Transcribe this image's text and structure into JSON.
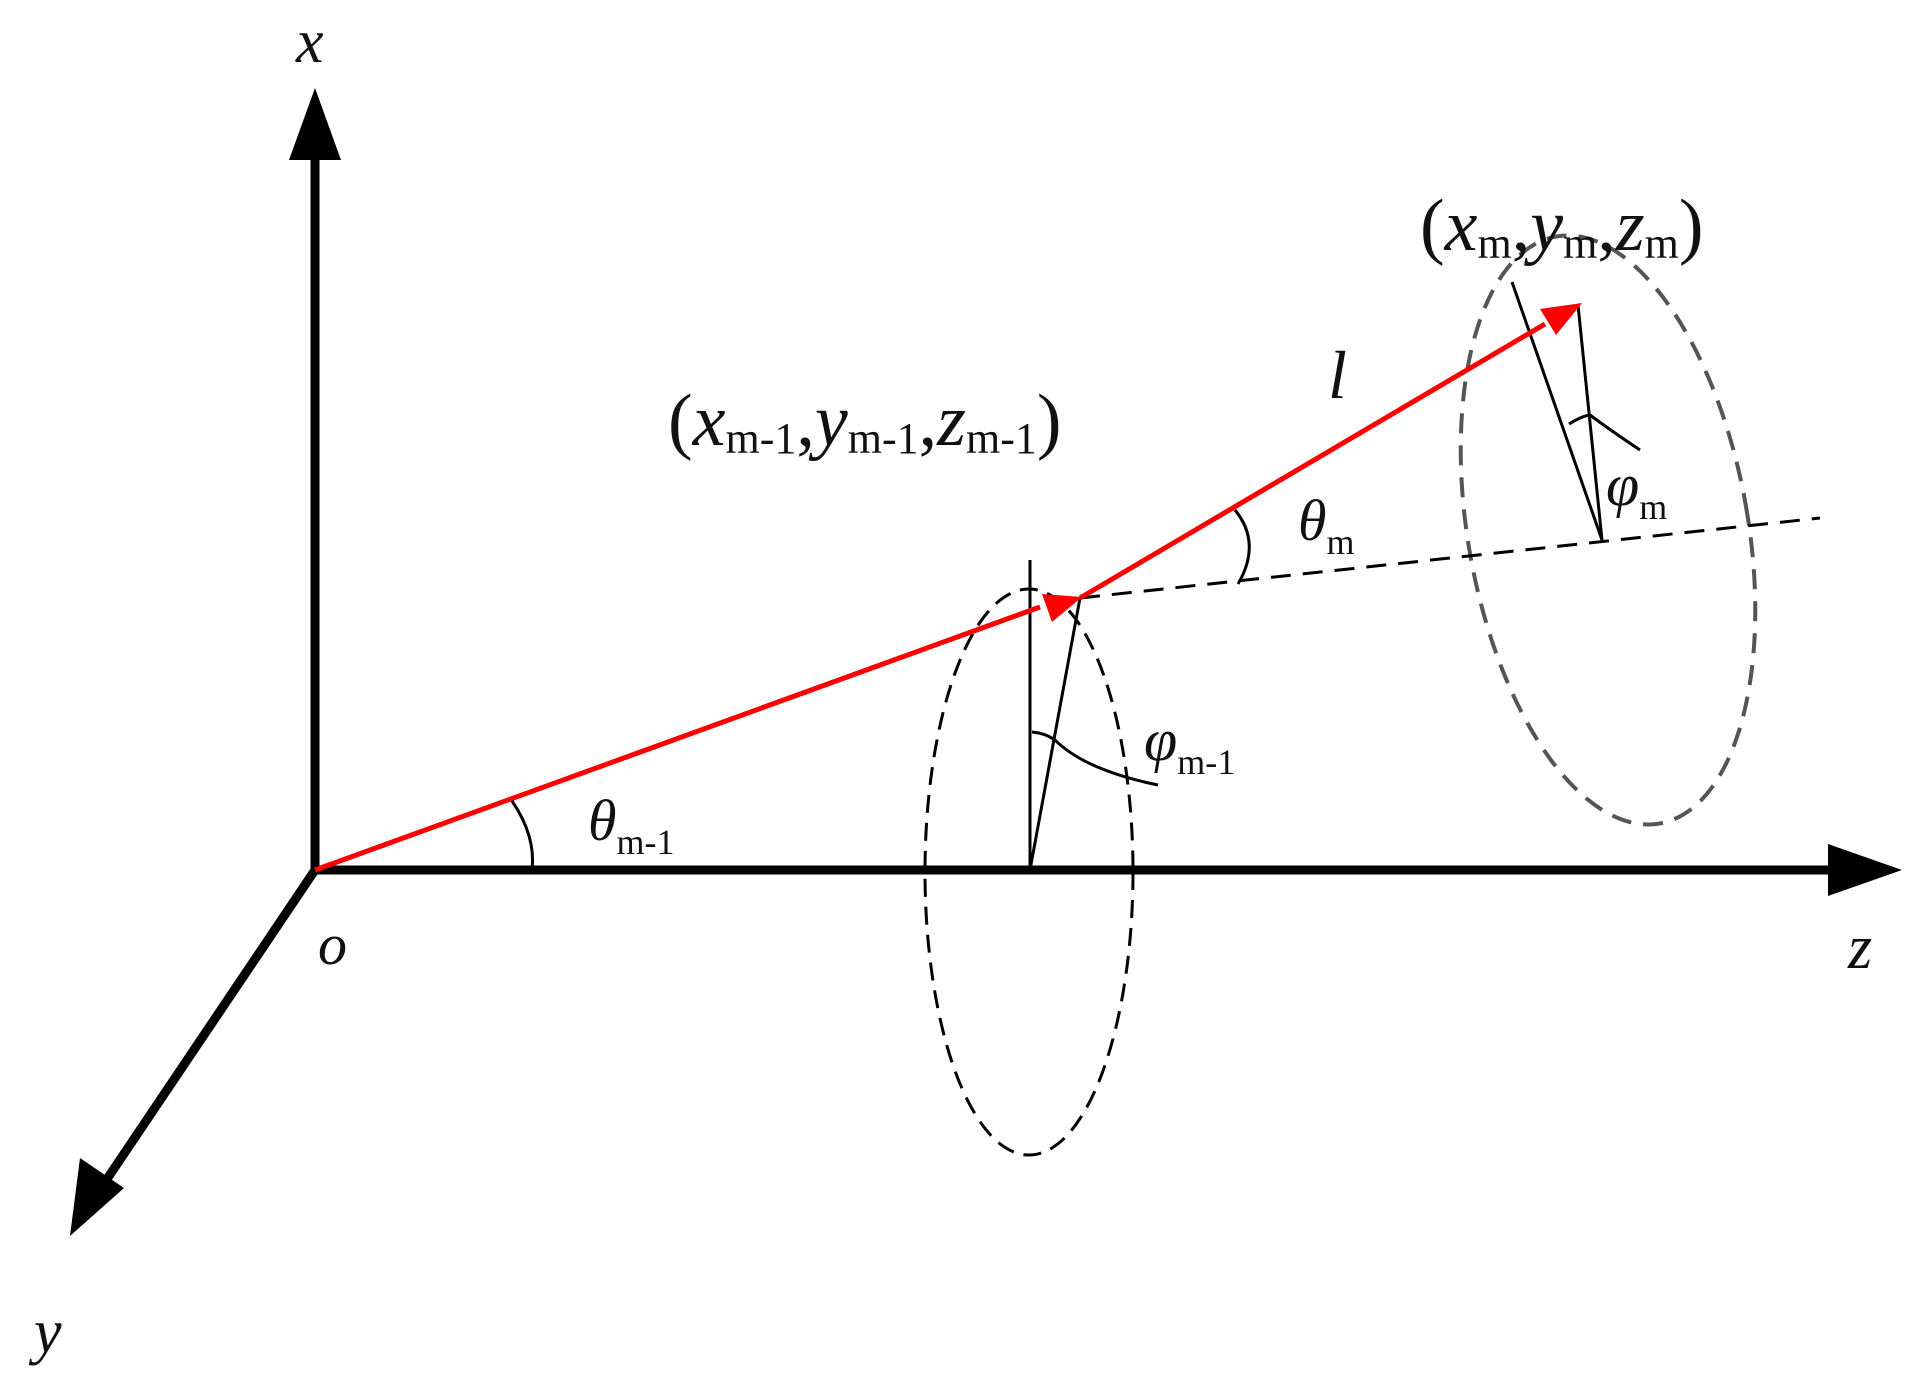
{
  "colors": {
    "axis": "#000000",
    "vector": "#ff0000",
    "dashed_black": "#000000",
    "dashed_gray": "#555555"
  },
  "axes": {
    "x": "x",
    "y": "y",
    "z": "z",
    "origin": "o"
  },
  "labels": {
    "l": "l",
    "theta_prev": {
      "sym": "θ",
      "sub": "m-1"
    },
    "theta_cur": {
      "sym": "θ",
      "sub": "m"
    },
    "phi_prev": {
      "sym": "φ",
      "sub": "m-1"
    },
    "phi_cur": {
      "sym": "φ",
      "sub": "m"
    },
    "point_prev": {
      "open": "(",
      "x": "x",
      "y": "y",
      "z": "z",
      "sub": "m-1",
      "comma": ",",
      "close": ")"
    },
    "point_cur": {
      "open": "(",
      "x": "x",
      "y": "y",
      "z": "z",
      "sub": "m",
      "comma": ",",
      "close": ")"
    }
  }
}
